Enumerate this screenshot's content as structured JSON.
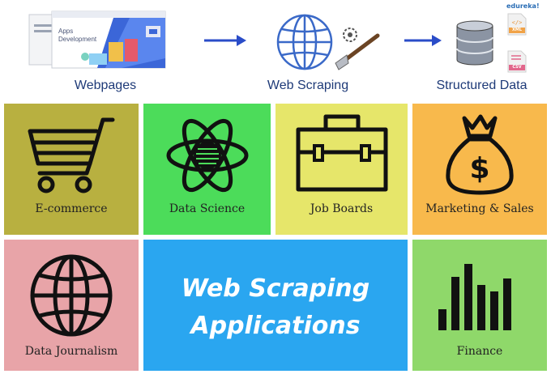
{
  "brand": "edureka!",
  "flow": {
    "webpages_label": "Webpages",
    "web_scraping_label": "Web Scraping",
    "structured_data_label": "Structured Data",
    "mockup_text": "Apps Development",
    "xml_label": "XML",
    "csv_label": "CSV"
  },
  "tiles": {
    "ecommerce": "E-commerce",
    "data_science": "Data Science",
    "job_boards": "Job Boards",
    "marketing_sales": "Marketing & Sales",
    "data_journalism": "Data Journalism",
    "finance": "Finance"
  },
  "center": {
    "line1": "Web Scraping",
    "line2": "Applications"
  },
  "colors": {
    "ecommerce": "#b8b040",
    "data_science": "#4cdc5a",
    "job_boards": "#e6e66a",
    "marketing_sales": "#f8b94c",
    "data_journalism": "#e8a4a8",
    "center": "#2aa6f0",
    "finance": "#8fd86a",
    "arrow": "#2a4cc8"
  }
}
